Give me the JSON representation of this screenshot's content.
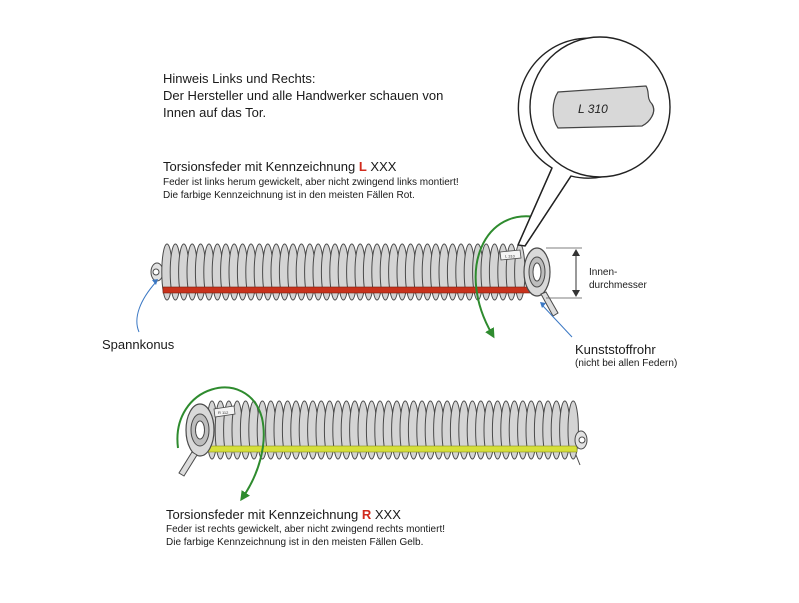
{
  "note": {
    "line1": "Hinweis Links und Rechts:",
    "line2": "Der Hersteller und alle Handwerker schauen von",
    "line3": "Innen auf das Tor."
  },
  "left_spring": {
    "title_prefix": "Torsionsfeder mit Kennzeichnung ",
    "mark": "L",
    "title_suffix": " XXX",
    "line1": "Feder ist links herum gewickelt, aber nicht zwingend links montiert!",
    "line2": "Die farbige Kennzeichnung ist in den meisten Fällen Rot.",
    "stripe_color": "#c8321c",
    "tag_label": "L 310",
    "small_tag": "L 310"
  },
  "right_spring": {
    "title_prefix": "Torsionsfeder mit Kennzeichnung ",
    "mark": "R",
    "title_suffix": " XXX",
    "line1": "Feder ist rechts gewickelt, aber nicht zwingend rechts montiert!",
    "line2": "Die farbige Kennzeichnung ist in den meisten Fällen Gelb.",
    "stripe_color": "#d6e03a",
    "small_tag": "R 112"
  },
  "labels": {
    "spannkonus": "Spannkonus",
    "innen1": "Innen-",
    "innen2": "durchmesser",
    "kunststoff": "Kunststoffrohr",
    "kunststoff_note": "(nicht bei allen Federn)"
  },
  "colors": {
    "coil_fill": "#d4d4d4",
    "coil_stroke": "#4a4a4a",
    "arrow_green": "#2e8b2e",
    "pointer_blue": "#3b78c4"
  }
}
